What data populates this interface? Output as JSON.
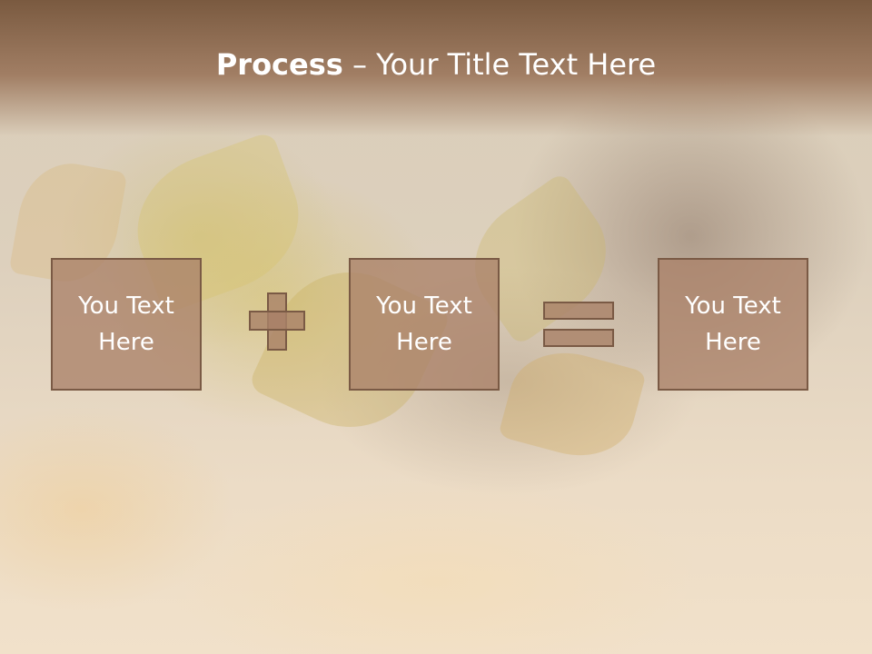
{
  "slide": {
    "title_bold": "Process",
    "title_sep": " – ",
    "title_rest": "Your Title Text Here"
  },
  "boxes": [
    {
      "line1": "You Text",
      "line2": "Here"
    },
    {
      "line1": "You Text",
      "line2": "Here"
    },
    {
      "line1": "You Text",
      "line2": "Here"
    }
  ],
  "operators": [
    "plus-icon",
    "equals-icon"
  ],
  "colors": {
    "header": "#7a5a40",
    "box_fill": "#aa8269",
    "box_border": "#7a5a45",
    "text": "#ffffff"
  }
}
